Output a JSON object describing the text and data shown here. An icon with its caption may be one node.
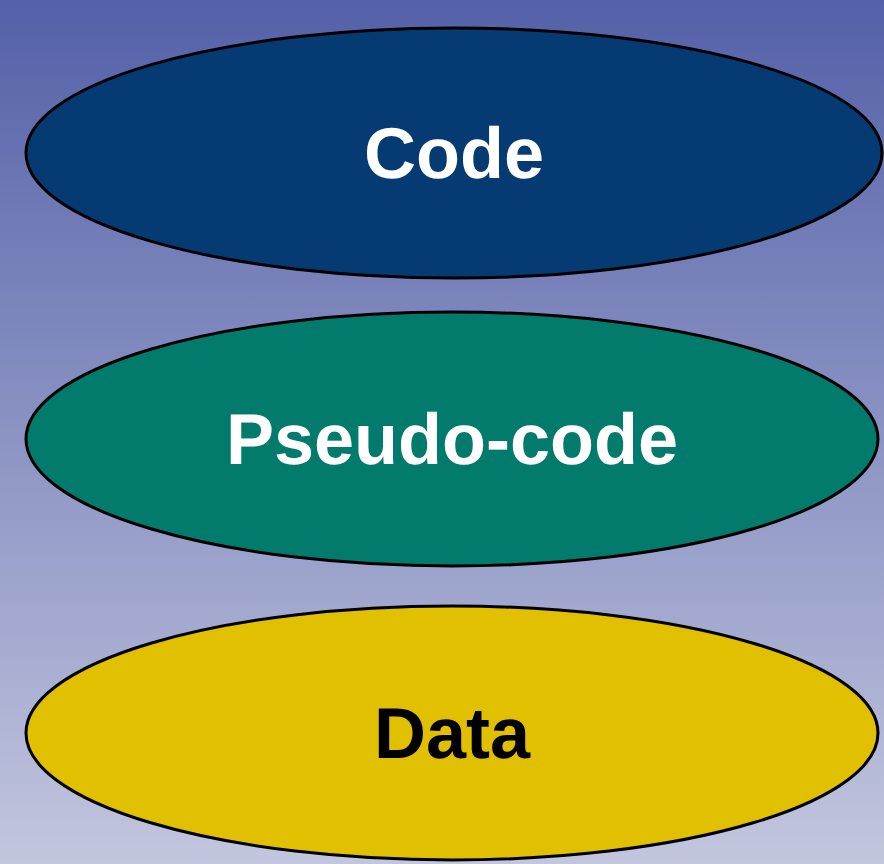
{
  "diagram": {
    "nodes": [
      {
        "text": [
          "Code"
        ]
      },
      {
        "text": [
          "Pseudo-code"
        ]
      },
      {
        "text": [
          "Data"
        ]
      }
    ]
  }
}
